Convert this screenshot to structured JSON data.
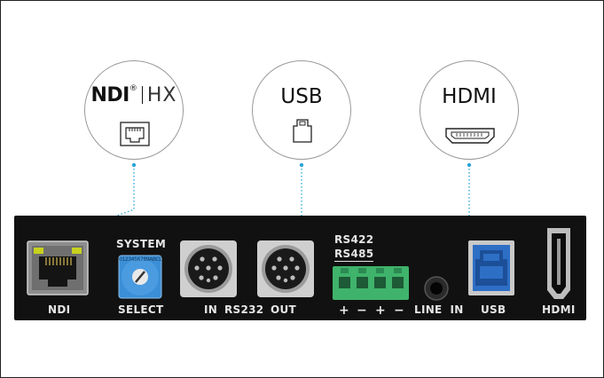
{
  "callouts": {
    "ndi": {
      "brand": "NDI",
      "suffix": "HX"
    },
    "usb": {
      "label": "USB"
    },
    "hdmi": {
      "label": "HDMI"
    }
  },
  "panel": {
    "ndi_label": "NDI",
    "system_label": "SYSTEM",
    "select_label": "SELECT",
    "dial_digits": "0123456789ABCDEF",
    "in_label": "IN",
    "rs232_label": "RS232",
    "out_label": "OUT",
    "rs422_label": "RS422",
    "rs485_label": "RS485",
    "terminal_signs": [
      "+",
      "−",
      "+",
      "−"
    ],
    "line_in_label": "LINE  IN",
    "usb_label": "USB",
    "hdmi_label": "HDMI"
  },
  "colors": {
    "panel": "#111111",
    "leader": "#2aa6d6",
    "terminal": "#3fb36b",
    "usb_port": "#2e6fc6",
    "dial": "#3b8fd6",
    "rj45_led": "#c8d21e"
  },
  "icons": [
    "ethernet-jack-icon",
    "usb-b-port-icon",
    "hdmi-port-icon"
  ]
}
